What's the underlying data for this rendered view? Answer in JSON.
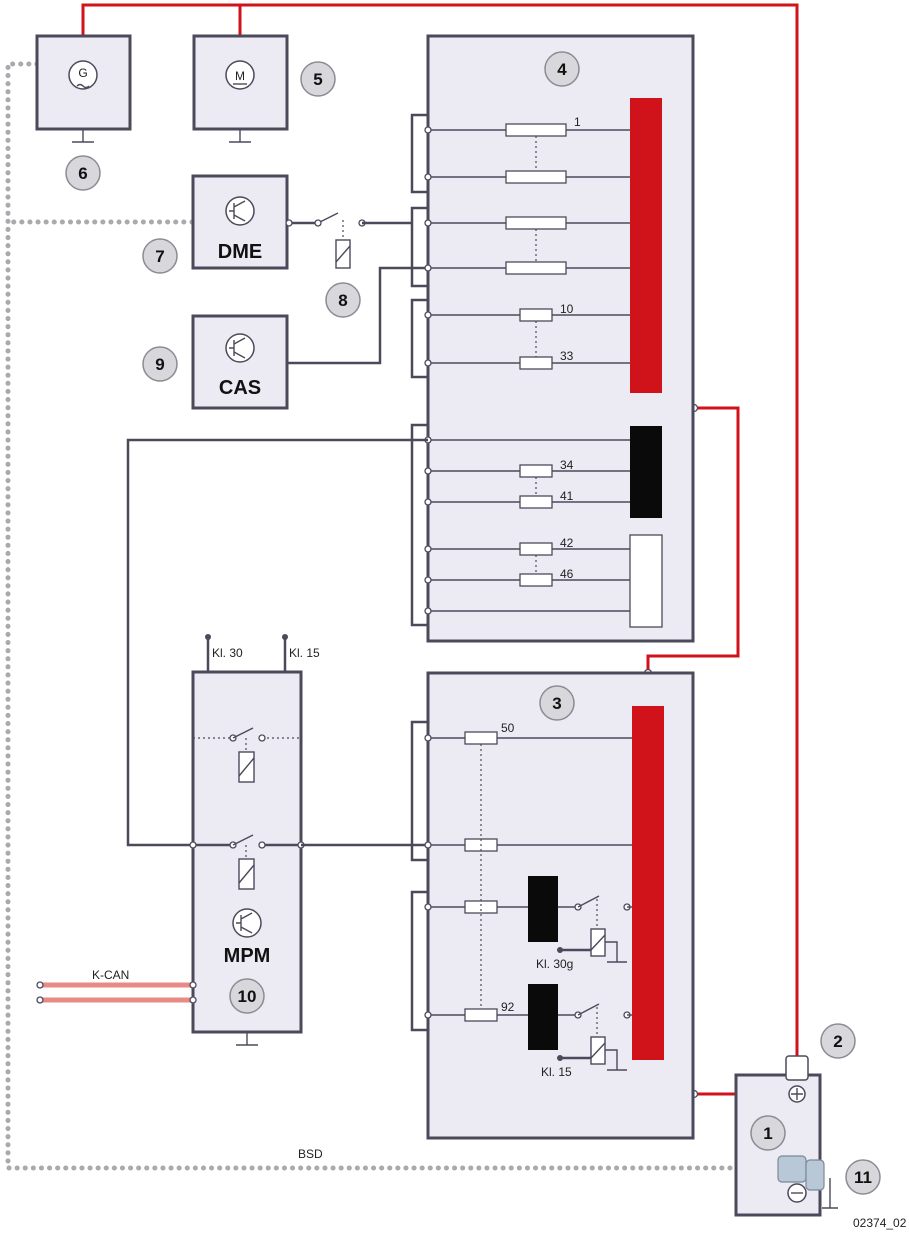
{
  "labels": {
    "dme": "DME",
    "cas": "CAS",
    "mpm": "MPM",
    "kl30": "Kl. 30",
    "kl15_top": "Kl. 15",
    "kl30g": "Kl. 30g",
    "kl15_bottom": "Kl. 15",
    "kcan": "K-CAN",
    "bsd": "BSD",
    "image_code": "02374_02",
    "generator_symbol": "G",
    "motor_symbol": "M",
    "plus_symbol": "⊕",
    "minus_symbol": "⊖"
  },
  "fuses": {
    "f1": "1",
    "f10": "10",
    "f33": "33",
    "f34": "34",
    "f41": "41",
    "f42": "42",
    "f46": "46",
    "f50": "50",
    "f92": "92"
  },
  "badges": {
    "b1": "1",
    "b2": "2",
    "b3": "3",
    "b4": "4",
    "b5": "5",
    "b6": "6",
    "b7": "7",
    "b8": "8",
    "b9": "9",
    "b10": "10",
    "b11": "11"
  },
  "colors": {
    "supply": "#d0121b",
    "kcan": "#e98a86",
    "bsd": "#a9a9ae",
    "box_fill": "#ecebf4",
    "wire": "#4b4a5a"
  }
}
